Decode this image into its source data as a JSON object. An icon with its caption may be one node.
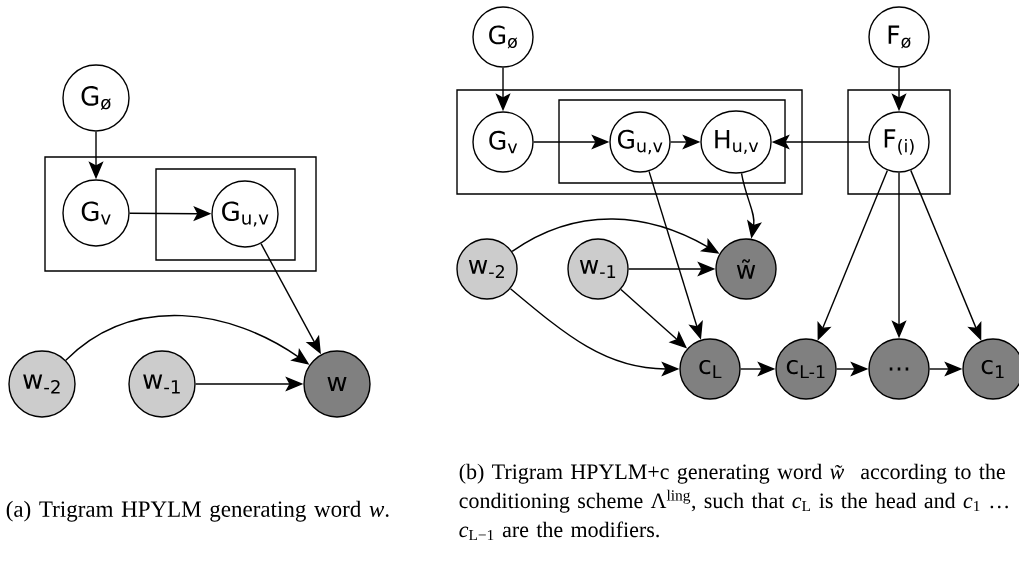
{
  "diagram": {
    "nodes": [
      {
        "text": [
          "G$_{ø}$"
        ]
      },
      {
        "text": [],
        "shape": "box"
      },
      {
        "text": [
          "G$_{v}$"
        ],
        "in": 1
      },
      {
        "text": [],
        "shape": "box",
        "in": 1
      },
      {
        "text": [
          "G$_{u,v}$"
        ],
        "in": 3
      },
      {
        "text": [
          "w$_{-2}$"
        ]
      },
      {
        "text": [
          "w$_{-1}$"
        ]
      },
      {
        "text": [
          "w"
        ]
      },
      {
        "text": [
          "G$_{ø}$"
        ]
      },
      {
        "text": [
          "F$_{ø}$"
        ]
      },
      {
        "text": [],
        "shape": "box"
      },
      {
        "text": [
          "G$_{v}$"
        ],
        "in": 10
      },
      {
        "text": [],
        "shape": "box",
        "in": 10
      },
      {
        "text": [
          "G$_{u,v}$"
        ],
        "in": 12
      },
      {
        "text": [
          "H$_{u,v}$"
        ],
        "in": 12
      },
      {
        "text": [],
        "shape": "box"
      },
      {
        "text": [
          "F$_{(i)}$"
        ],
        "in": 15
      },
      {
        "text": [
          "w$_{-2}$"
        ]
      },
      {
        "text": [
          "w$_{-1}$"
        ]
      },
      {
        "text": [
          "w̃"
        ]
      },
      {
        "text": [
          "c$_{L}$"
        ]
      },
      {
        "text": [
          "c$_{L-1}$"
        ]
      },
      {
        "text": [
          "..."
        ]
      },
      {
        "text": [
          "c$_{1}$"
        ]
      }
    ],
    "edges": [
      {
        "from": 0,
        "to": 2,
        "arrow": "to"
      },
      {
        "from": 2,
        "to": 4,
        "arrow": "to"
      },
      {
        "from": 4,
        "to": 7,
        "arrow": "to"
      },
      {
        "from": 5,
        "to": 7,
        "arrow": "to"
      },
      {
        "from": 6,
        "to": 7,
        "arrow": "to"
      },
      {
        "from": 8,
        "to": 11,
        "arrow": "to"
      },
      {
        "from": 9,
        "to": 16,
        "arrow": "to"
      },
      {
        "from": 11,
        "to": 13,
        "arrow": "to"
      },
      {
        "from": 13,
        "to": 14,
        "arrow": "to"
      },
      {
        "from": 16,
        "to": 14,
        "arrow": "to"
      },
      {
        "from": 14,
        "to": 19,
        "arrow": "to"
      },
      {
        "from": 13,
        "to": 20,
        "arrow": "to"
      },
      {
        "from": 17,
        "to": 19,
        "arrow": "to"
      },
      {
        "from": 18,
        "to": 19,
        "arrow": "to"
      },
      {
        "from": 17,
        "to": 20,
        "arrow": "to"
      },
      {
        "from": 18,
        "to": 20,
        "arrow": "to"
      },
      {
        "from": 20,
        "to": 21,
        "arrow": "to"
      },
      {
        "from": 21,
        "to": 22,
        "arrow": "to"
      },
      {
        "from": 22,
        "to": 23,
        "arrow": "to"
      },
      {
        "from": 16,
        "to": 21,
        "arrow": "to"
      },
      {
        "from": 16,
        "to": 22,
        "arrow": "to"
      },
      {
        "from": 16,
        "to": 23,
        "arrow": "to"
      }
    ],
    "labels": [
      "(a) Trigram HPYLM generating word *w*.",
      "(b) Trigram HPYLM+c generating word *w̃* according to the conditioning scheme Λ$^{ling}$, such that *c*$_{L}$ is the head and *c*$_{1}$ … *c*$_{L−1}$ are the modifiers."
    ]
  }
}
